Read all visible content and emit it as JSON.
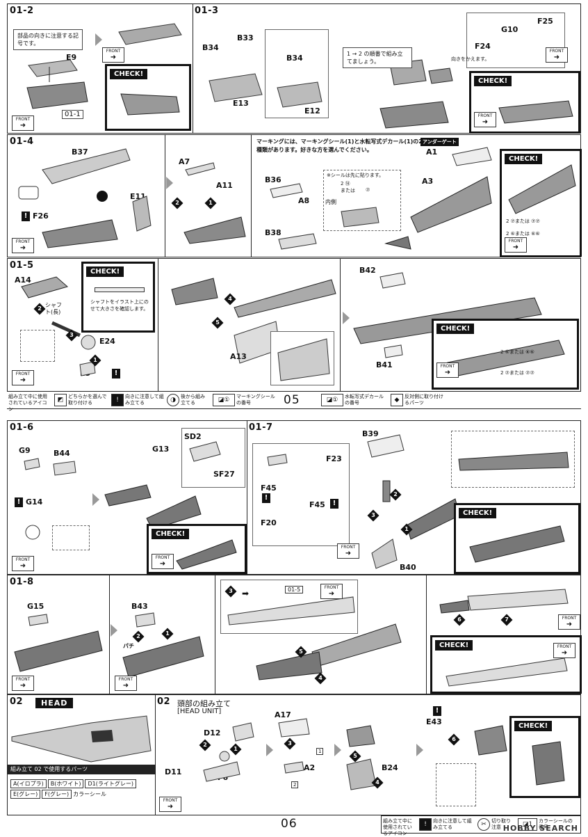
{
  "page5": {
    "page_number": "05",
    "row1": {
      "s1": {
        "step": "01-2",
        "note": "部品の向きに注意する記号です。",
        "parts": [
          "E9"
        ],
        "ref": "01-1",
        "check": "CHECK!"
      },
      "s2": {
        "step": "01-3",
        "parts": [
          "B34",
          "B33",
          "E13",
          "B34",
          "E12"
        ],
        "note": "1 → 2 の順番で組み立てましょう。",
        "parts2": [
          "G10",
          "F25",
          "F24"
        ],
        "side_note": "向きをかえます。",
        "check": "CHECK!"
      }
    },
    "row2": {
      "step": "01-4",
      "parts_a": [
        "B37",
        "F26",
        "E11"
      ],
      "parts_b": [
        "A7",
        "A11"
      ],
      "marking_note": "マーキングには、マーキングシール(1)と水転写式デカール(1)の2種類があります。好きな方を選んでください。",
      "under_gate": "アンダーゲート",
      "parts_c": [
        "B36",
        "A8",
        "B38",
        "A1",
        "A3"
      ],
      "sticker_note": "※シールは先に貼ります。",
      "inner": "内側",
      "sticker_codes": [
        "2 ⑭",
        "または",
        "⑦"
      ],
      "check": "CHECK!",
      "check_codes": [
        "2 ⑦または ⑦⑦",
        "2 ⑥または ⑥⑥"
      ]
    },
    "row3": {
      "step": "01-5",
      "parts_a": [
        "A14",
        "E24",
        "E5"
      ],
      "shaft_label": "シャフト(長)",
      "check": "CHECK!",
      "check_note": "シャフトをイラスト上にのせて大きさを確認します。",
      "parts_b": [
        "A13"
      ],
      "parts_c": [
        "B42",
        "B41"
      ],
      "check2": "CHECK!",
      "check2_codes": [
        "2 ⑥または ⑥⑥",
        "2 ⑦または ⑦⑦"
      ]
    },
    "legend": {
      "title": "組み立て中に使用されているアイコン",
      "items": [
        "どちらかを選んで取り付ける",
        "向きに注意して組み立てる",
        "後から組み立てる",
        "マーキングシールの番号",
        "水転写式デカールの番号",
        "反対側に取り付けるパーツ"
      ]
    }
  },
  "page6": {
    "page_number": "06",
    "row1": {
      "s1": {
        "step": "01-6",
        "parts": [
          "G9",
          "B44",
          "G14",
          "G13",
          "SD2",
          "SF27"
        ],
        "check": "CHECK!"
      },
      "s2": {
        "step": "01-7",
        "parts": [
          "B39",
          "F23",
          "F45",
          "F45",
          "F20",
          "B40"
        ],
        "check": "CHECK!"
      }
    },
    "row2": {
      "step": "01-8",
      "parts": [
        "G15",
        "B43"
      ],
      "press": "パチ",
      "ref": "01-5",
      "check": "CHECK!"
    },
    "row3": {
      "s1": {
        "step": "02",
        "tag": "HEAD",
        "caption": "組み立て 02 で使用するパーツ",
        "parts_list": [
          "A(イロプラ)",
          "B(ホワイト)",
          "D1(ライトグレー)",
          "E(グレー)",
          "F(グレー)",
          "カラーシール"
        ]
      },
      "s2": {
        "step": "02",
        "title": "頭部の組み立て",
        "subtitle": "[HEAD UNIT]",
        "parts": [
          "D12",
          "D11",
          "F6",
          "A17",
          "A2",
          "B24",
          "E43"
        ],
        "sticker_codes": [
          "1",
          "2"
        ],
        "check": "CHECK!"
      }
    },
    "legend": {
      "title": "組み立て中に使用されているアイコン",
      "items": [
        "向きに注意して組み立てる",
        "切り取り注意",
        "カラーシールの番号"
      ]
    },
    "watermark": "HOBBY SEARCH"
  },
  "front_label": "FRONT"
}
